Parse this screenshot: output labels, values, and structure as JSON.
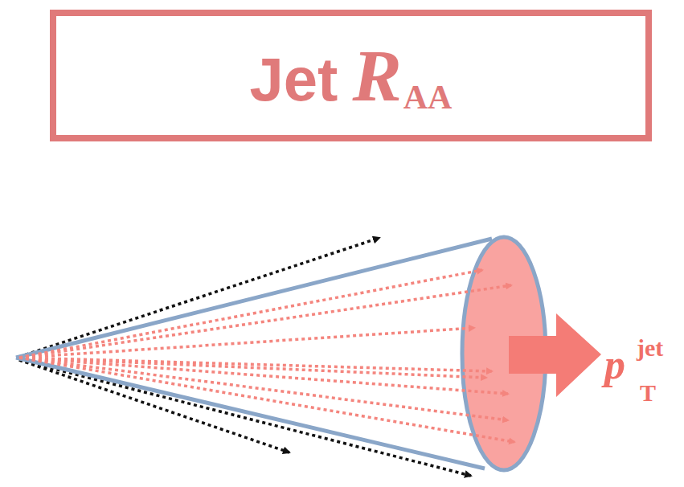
{
  "diagram": {
    "nodes": [
      {
        "text": [
          "Jet",
          "R",
          "AA"
        ]
      }
    ],
    "labels": [
      "p",
      "T",
      "jet"
    ]
  }
}
